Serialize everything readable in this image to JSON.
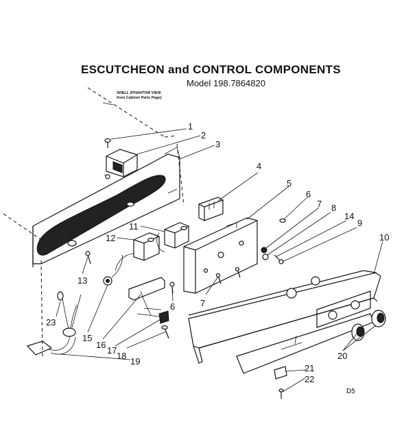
{
  "title": "ESCUTCHEON and CONTROL COMPONENTS",
  "model": "Model 198.7864820",
  "shell_note": [
    "SHELL (PHANTOM VIEW",
    "from Cabinet Parts Page)"
  ],
  "diagram_code": "D5",
  "callouts": [
    "1",
    "2",
    "3",
    "4",
    "5",
    "6",
    "7",
    "8",
    "14",
    "9",
    "10",
    "11",
    "12",
    "13",
    "6",
    "7",
    "23",
    "15",
    "16",
    "17",
    "18",
    "19",
    "20",
    "21",
    "22"
  ]
}
